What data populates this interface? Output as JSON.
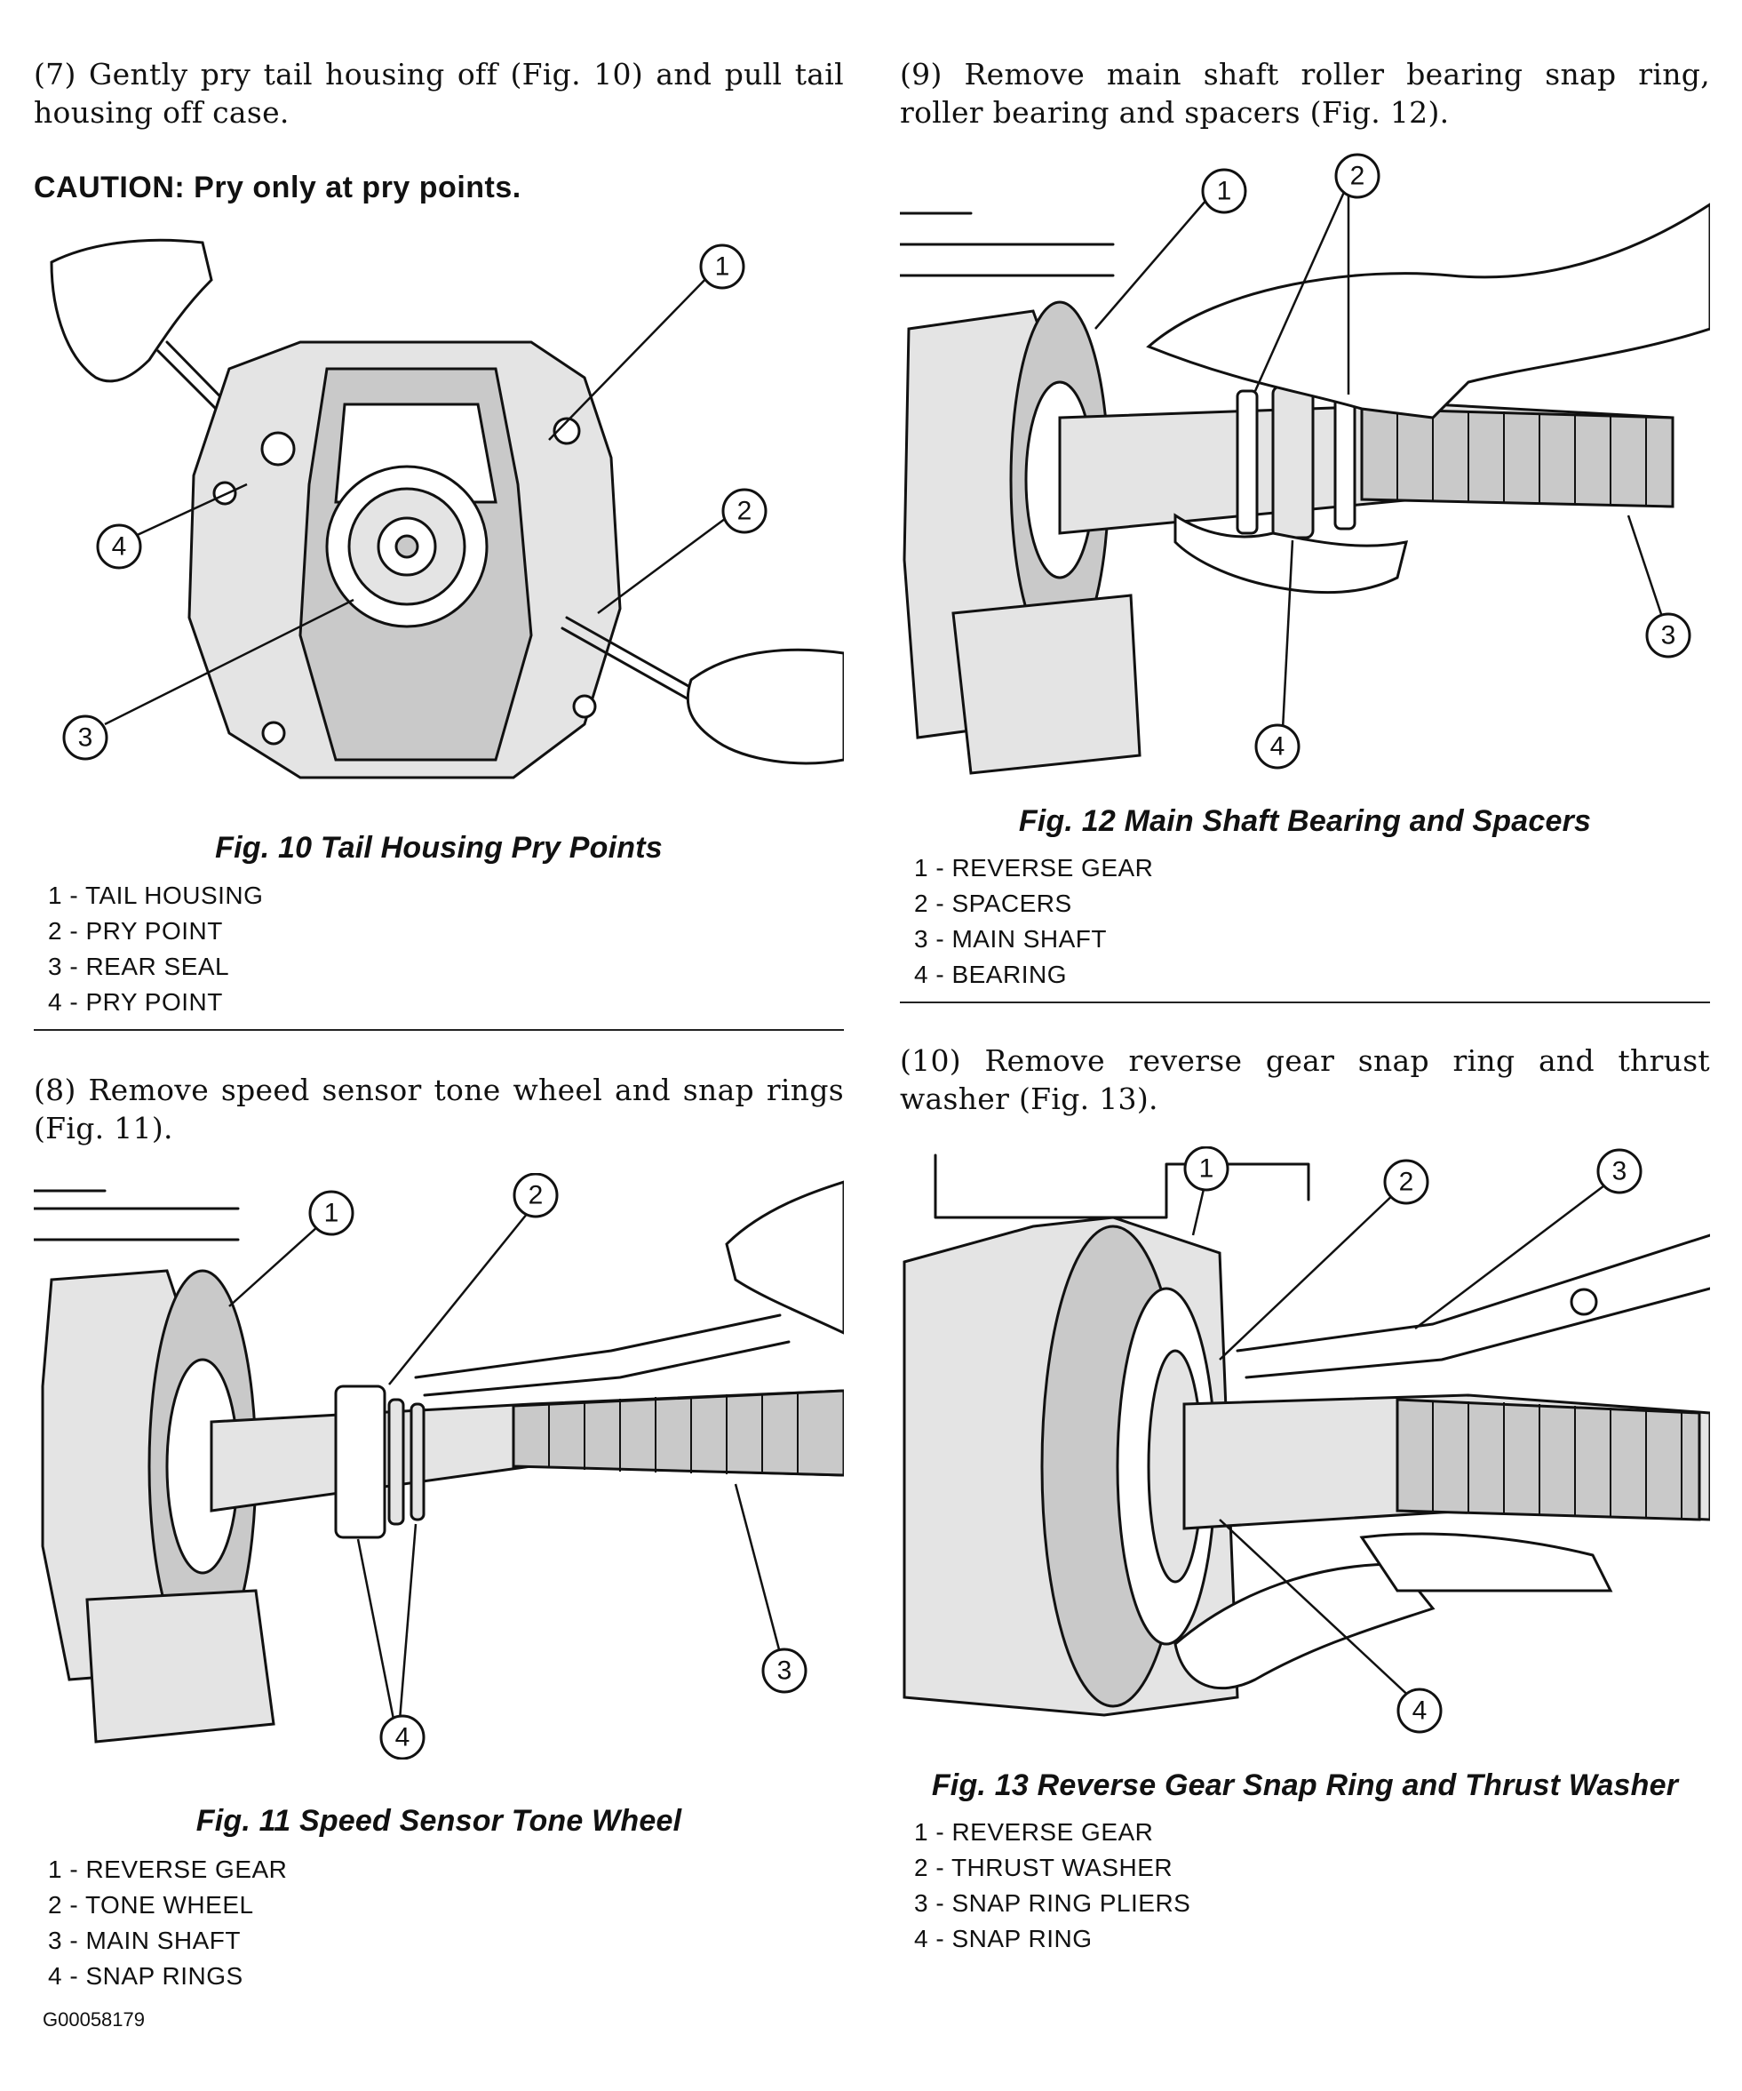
{
  "left": {
    "step7": "(7) Gently pry tail housing off (Fig. 10) and pull tail housing off case.",
    "caution": "CAUTION: Pry only at pry points.",
    "fig10": {
      "title": "Fig. 10 Tail Housing Pry Points",
      "callouts": [
        "1",
        "2",
        "3",
        "4"
      ],
      "legend": [
        "1 - TAIL HOUSING",
        "2 - PRY POINT",
        "3 - REAR SEAL",
        "4 - PRY POINT"
      ]
    },
    "step8": "(8) Remove speed sensor tone wheel and snap rings (Fig. 11).",
    "fig11": {
      "title": "Fig. 11 Speed Sensor Tone Wheel",
      "callouts": [
        "1",
        "2",
        "3",
        "4"
      ],
      "legend": [
        "1 - REVERSE GEAR",
        "2 - TONE WHEEL",
        "3 - MAIN SHAFT",
        "4 - SNAP RINGS"
      ]
    },
    "doc_id": "G00058179"
  },
  "right": {
    "step9": "(9) Remove main shaft roller bearing snap ring, roller bearing and spacers (Fig. 12).",
    "fig12": {
      "title": "Fig. 12 Main Shaft Bearing and Spacers",
      "callouts": [
        "1",
        "2",
        "3",
        "4"
      ],
      "legend": [
        "1 - REVERSE GEAR",
        "2 - SPACERS",
        "3 - MAIN SHAFT",
        "4 - BEARING"
      ]
    },
    "step10": "(10) Remove reverse gear snap ring and thrust washer (Fig. 13).",
    "fig13": {
      "title": "Fig. 13 Reverse Gear Snap Ring and Thrust Washer",
      "callouts": [
        "1",
        "2",
        "3",
        "4"
      ],
      "legend": [
        "1 - REVERSE GEAR",
        "2 - THRUST WASHER",
        "3 - SNAP RING PLIERS",
        "4 - SNAP RING"
      ]
    }
  }
}
